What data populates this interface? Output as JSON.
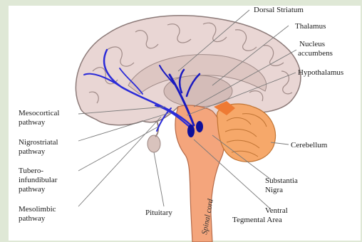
{
  "colors": {
    "frame": "#dfe8d6",
    "panel": "#ffffff",
    "cortex": "#e9d6d4",
    "cortex_stroke": "#8c7a78",
    "brainstem": "#f4a57c",
    "cerebellum": "#f6a86a",
    "pathway": "#2b2bd8",
    "pathway_dark": "#0f0f9a",
    "leader": "#7a7a7a"
  },
  "labels": {
    "dorsal_striatum": "Dorsal Striatum",
    "thalamus": "Thalamus",
    "nucleus": "Nucleus",
    "accumbens": "accumbens",
    "hypothalamus": "Hypothalamus",
    "cerebellum": "Cerebellum",
    "substantia": "Substantia",
    "nigra": "Nigra",
    "ventral": "Ventral",
    "tegmental_area": "Tegmental Area",
    "pituitary": "Pituitary",
    "spinal_cord": "Spinal cord",
    "mesocortical_1": "Mesocortical",
    "mesocortical_2": "pathway",
    "nigrostriatal_1": "Nigrostriatal",
    "nigrostriatal_2": "pathway",
    "tubero_1": "Tubero-",
    "tubero_2": "infundibular",
    "tubero_3": "pathway",
    "mesolimbic_1": "Mesolimbic",
    "mesolimbic_2": "pathway"
  }
}
